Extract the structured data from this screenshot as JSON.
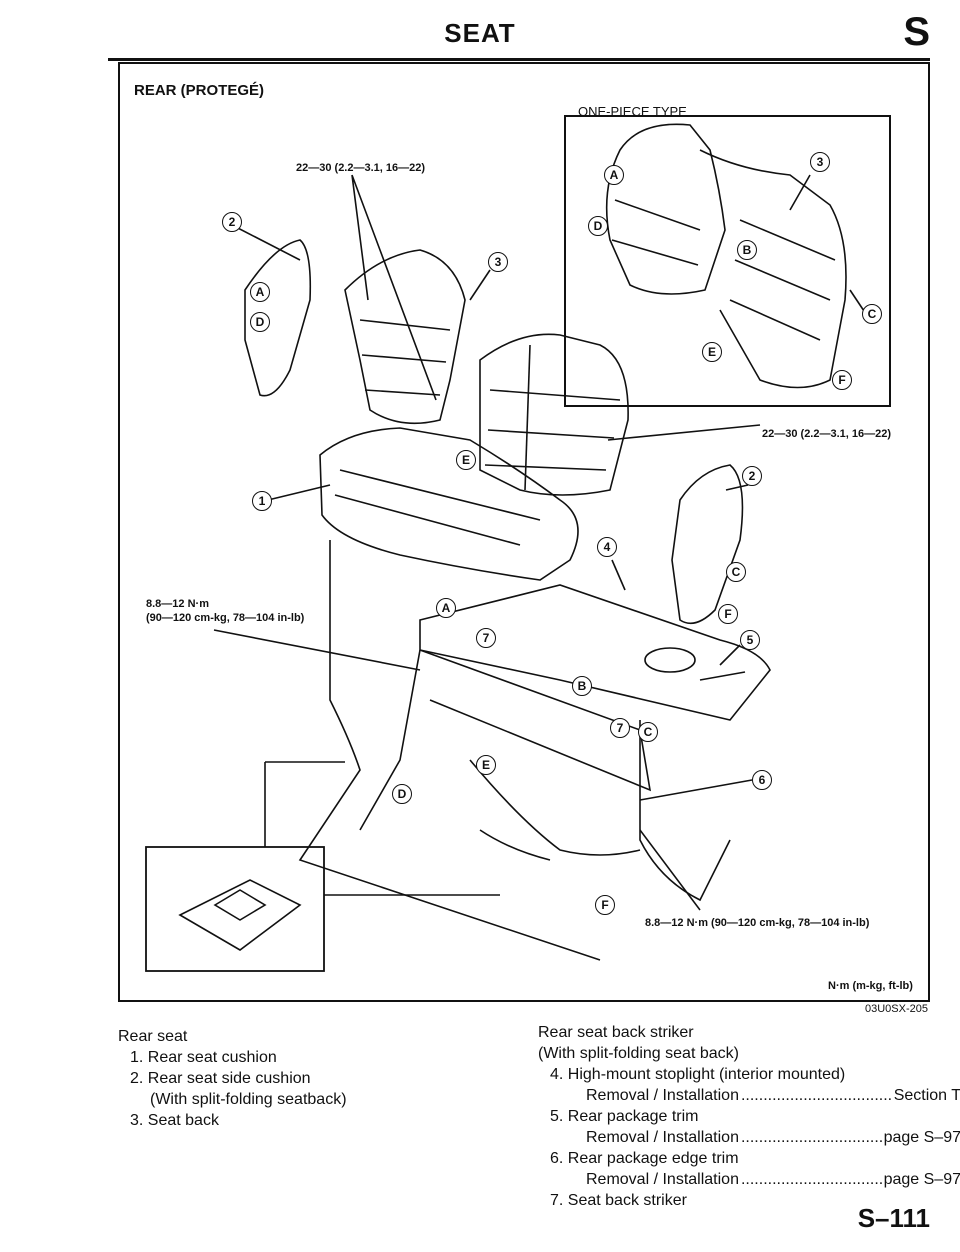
{
  "header": {
    "title": "SEAT",
    "section_letter": "S"
  },
  "figure": {
    "title": "REAR (PROTEGÉ)",
    "code": "03U0SX-205",
    "labels": {
      "one_piece_type": "ONE-PIECE TYPE",
      "torque_top": "22—30 (2.2—3.1, 16—22)",
      "torque_right": "22—30 (2.2—3.1, 16—22)",
      "torque_left_1": "8.8—12 N·m",
      "torque_left_2": "(90—120 cm-kg, 78—104 in-lb)",
      "torque_bottom": "8.8—12 N·m (90—120 cm-kg, 78—104 in-lb)",
      "units": "N·m (m-kg, ft-lb)"
    },
    "callouts": {
      "n1": "1",
      "n2": "2",
      "n3": "3",
      "n4": "4",
      "n5": "5",
      "n6": "6",
      "n7": "7",
      "a": "A",
      "b": "B",
      "c": "C",
      "d": "D",
      "e": "E",
      "f": "F"
    }
  },
  "legend_left": {
    "heading": "Rear seat",
    "item1": "1. Rear seat cushion",
    "item2": "2. Rear seat side cushion",
    "item2_sub": "(With split-folding seatback)",
    "item3": "3. Seat back"
  },
  "legend_right": {
    "heading": "Rear seat back striker",
    "sub": "(With split-folding seat back)",
    "item4": "4. High-mount stoplight (interior mounted)",
    "item4_ref_label": "Removal / Installation",
    "item4_ref": "Section T",
    "item5": "5. Rear package trim",
    "item5_ref_label": "Removal / Installation",
    "item5_ref": "page S–97",
    "item6": "6. Rear package edge trim",
    "item6_ref_label": "Removal / Installation",
    "item6_ref": "page S–97",
    "item7": "7. Seat back striker"
  },
  "page_number": "S–111"
}
